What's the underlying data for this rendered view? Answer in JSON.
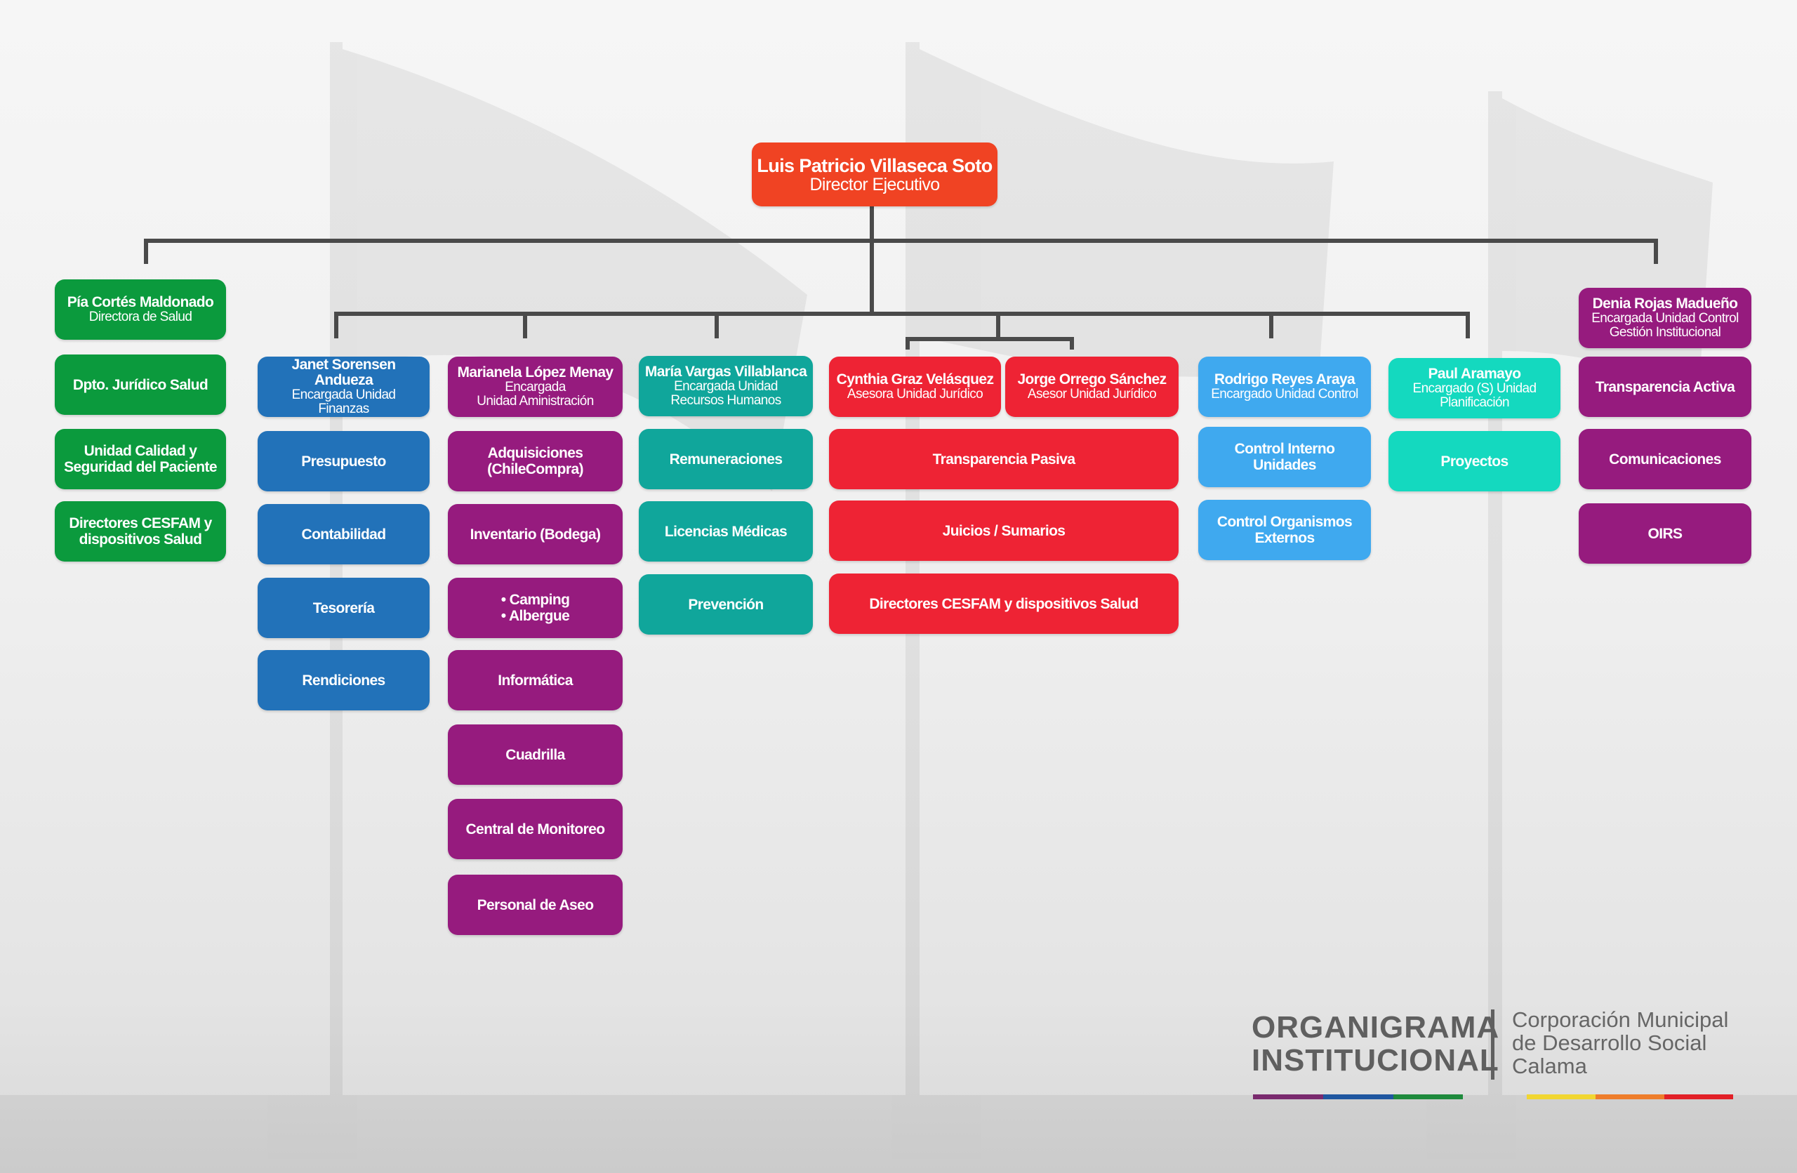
{
  "director": {
    "name": "Luis Patricio Villaseca Soto",
    "title": "Director Ejecutivo"
  },
  "salud": {
    "header": {
      "name": "Pía Cortés Maldonado",
      "subtitle": [
        "Directora de Salud"
      ]
    },
    "items": [
      "Dpto. Jurídico Salud",
      "Unidad Calidad y Seguridad del Paciente",
      "Directores CESFAM y dispositivos Salud"
    ]
  },
  "finanzas": {
    "header": {
      "name": "Janet Sorensen Andueza",
      "subtitle": [
        "Encargada Unidad",
        "Finanzas"
      ]
    },
    "items": [
      "Presupuesto",
      "Contabilidad",
      "Tesorería",
      "Rendiciones"
    ]
  },
  "administracion": {
    "header": {
      "name": "Marianela López Menay",
      "subtitle": [
        "Encargada",
        "Unidad Aministración"
      ]
    },
    "items": [
      "Adquisiciones (ChileCompra)",
      "Inventario (Bodega)",
      [
        "Camping",
        "Albergue"
      ],
      "Informática",
      "Cuadrilla",
      "Central de Monitoreo",
      "Personal de Aseo"
    ]
  },
  "rrhh": {
    "header": {
      "name": "María Vargas Villablanca",
      "subtitle": [
        "Encargada Unidad",
        "Recursos Humanos"
      ]
    },
    "items": [
      "Remuneraciones",
      "Licencias Médicas",
      "Prevención"
    ]
  },
  "juridico": {
    "headers": [
      {
        "name": "Cynthia Graz Velásquez",
        "subtitle": [
          "Asesora Unidad Jurídico"
        ]
      },
      {
        "name": "Jorge Orrego Sánchez",
        "subtitle": [
          "Asesor Unidad Jurídico"
        ]
      }
    ],
    "items": [
      "Transparencia Pasiva",
      "Juicios / Sumarios",
      "Directores CESFAM y dispositivos Salud"
    ]
  },
  "control": {
    "header": {
      "name": "Rodrigo Reyes Araya",
      "subtitle": [
        "Encargado Unidad Control"
      ]
    },
    "items": [
      "Control Interno Unidades",
      "Control Organismos Externos"
    ]
  },
  "planificacion": {
    "header": {
      "name": "Paul Aramayo",
      "subtitle": [
        "Encargado (S) Unidad",
        "Planificación"
      ]
    },
    "items": [
      "Proyectos"
    ]
  },
  "gestion": {
    "header": {
      "name": "Denia Rojas Madueño",
      "subtitle": [
        "Encargada Unidad Control",
        "Gestión Institucional"
      ]
    },
    "items": [
      "Transparencia Activa",
      "Comunicaciones",
      "OIRS"
    ]
  },
  "footer": {
    "title_line1": "ORGANIGRAMA",
    "title_line2": "INSTITUCIONAL",
    "org_line1": "Corporación Municipal",
    "org_line2": "de Desarrollo Social",
    "org_line3": "Calama"
  },
  "colors": {
    "director": "#f04323",
    "salud": "#0b9a3d",
    "finanzas": "#2272b9",
    "administracion": "#961b7e",
    "rrhh": "#10a69b",
    "juridico": "#ee2334",
    "control": "#3fa9ef",
    "planificacion": "#14d9bf",
    "gestion": "#961b7e",
    "connector": "#4a4a4a",
    "bars": [
      "#7a2a6e",
      "#1f56a0",
      "#1e8a3c",
      "#f1d631",
      "#ee7d2b",
      "#e22027"
    ]
  }
}
